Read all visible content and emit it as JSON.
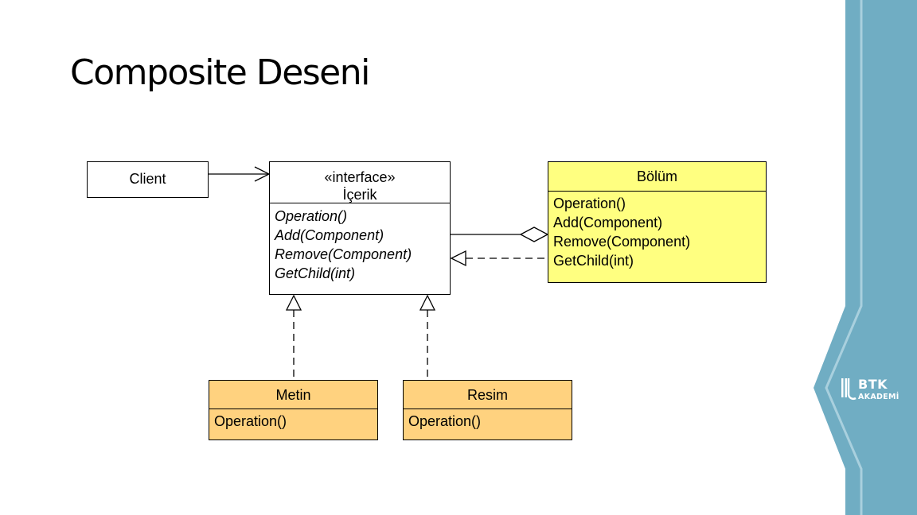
{
  "slide": {
    "title": "Composite Deseni"
  },
  "diagram": {
    "client": {
      "name": "Client"
    },
    "component": {
      "stereotype": "«interface»",
      "name": "İçerik",
      "methods": [
        "Operation()",
        "Add(Component)",
        "Remove(Component)",
        "GetChild(int)"
      ]
    },
    "composite": {
      "name": "Bölüm",
      "methods": [
        "Operation()",
        "Add(Component)",
        "Remove(Component)",
        "GetChild(int)"
      ]
    },
    "leaf1": {
      "name": "Metin",
      "methods": [
        "Operation()"
      ]
    },
    "leaf2": {
      "name": "Resim",
      "methods": [
        "Operation()"
      ]
    }
  },
  "colors": {
    "composite_fill": "#ffff80",
    "leaf_fill": "#ffd27f",
    "side_panel": "#70adc3"
  },
  "branding": {
    "line1": "BTK",
    "line2": "AKADEMİ"
  }
}
